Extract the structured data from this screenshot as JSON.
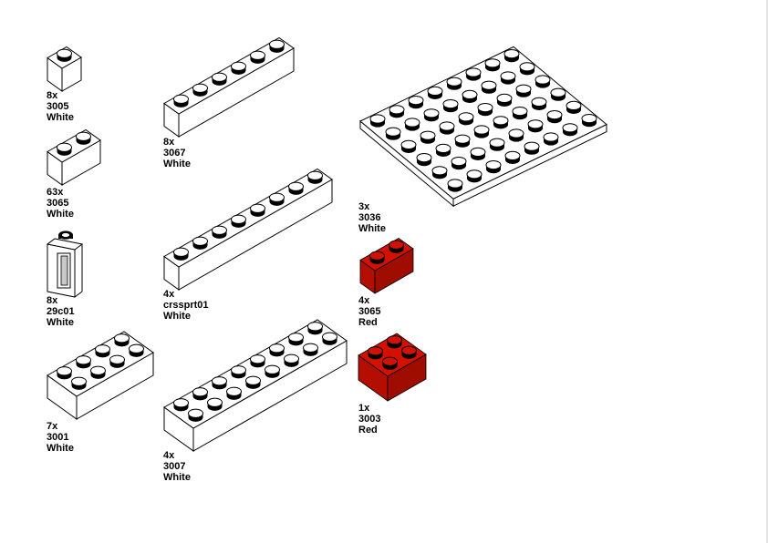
{
  "parts": [
    {
      "id": "p3005",
      "qty": "8x",
      "part": "3005",
      "color": "White",
      "hex": "#ffffff"
    },
    {
      "id": "p3067",
      "qty": "8x",
      "part": "3067",
      "color": "White",
      "hex": "#ffffff"
    },
    {
      "id": "p3065w",
      "qty": "63x",
      "part": "3065",
      "color": "White",
      "hex": "#ffffff"
    },
    {
      "id": "p29c01",
      "qty": "8x",
      "part": "29c01",
      "color": "White",
      "hex": "#ffffff"
    },
    {
      "id": "pcrss",
      "qty": "4x",
      "part": "crssprt01",
      "color": "White",
      "hex": "#ffffff"
    },
    {
      "id": "p3001",
      "qty": "7x",
      "part": "3001",
      "color": "White",
      "hex": "#ffffff"
    },
    {
      "id": "p3007",
      "qty": "4x",
      "part": "3007",
      "color": "White",
      "hex": "#ffffff"
    },
    {
      "id": "p3036",
      "qty": "3x",
      "part": "3036",
      "color": "White",
      "hex": "#ffffff"
    },
    {
      "id": "p3065r",
      "qty": "4x",
      "part": "3065",
      "color": "Red",
      "hex": "#d41000"
    },
    {
      "id": "p3003",
      "qty": "1x",
      "part": "3003",
      "color": "Red",
      "hex": "#d41000"
    }
  ]
}
